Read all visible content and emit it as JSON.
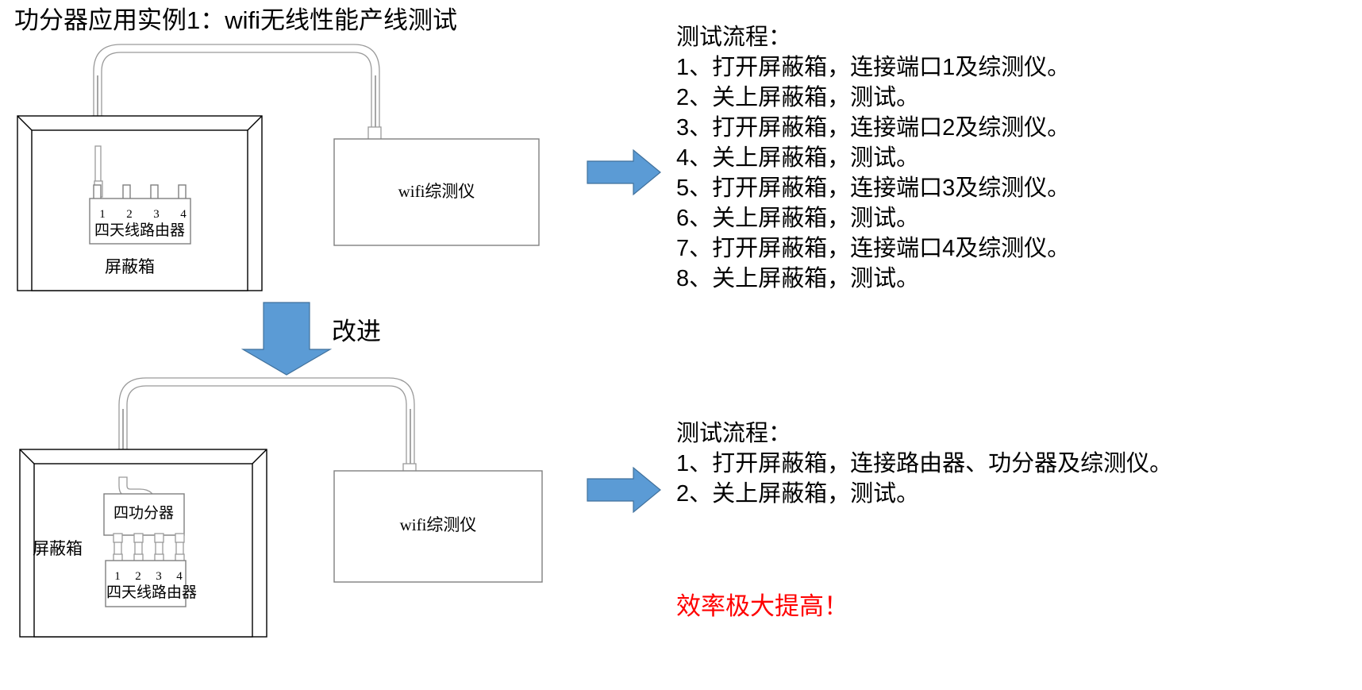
{
  "title": "功分器应用实例1：wifi无线性能产线测试",
  "colors": {
    "arrow_fill": "#5B9BD5",
    "arrow_stroke": "#41719C",
    "highlight_text": "#FF0000",
    "line": "#7f7f7f"
  },
  "diagram_top": {
    "shield_box_label": "屏蔽箱",
    "router_label": "四天线路由器",
    "router_ports": [
      "1",
      "2",
      "3",
      "4"
    ],
    "tester_label": "wifi综测仪"
  },
  "improve_label": "改进",
  "diagram_bottom": {
    "shield_box_label": "屏蔽箱",
    "splitter_label": "四功分器",
    "router_label": "四天线路由器",
    "router_ports": [
      "1",
      "2",
      "3",
      "4"
    ],
    "tester_label": "wifi综测仪"
  },
  "procedure_top": {
    "heading": "测试流程：",
    "steps": [
      "1、打开屏蔽箱，连接端口1及综测仪。",
      "2、关上屏蔽箱，测试。",
      "3、打开屏蔽箱，连接端口2及综测仪。",
      "4、关上屏蔽箱，测试。",
      "5、打开屏蔽箱，连接端口3及综测仪。",
      "6、关上屏蔽箱，测试。",
      "7、打开屏蔽箱，连接端口4及综测仪。",
      "8、关上屏蔽箱，测试。"
    ]
  },
  "procedure_bottom": {
    "heading": "测试流程：",
    "steps": [
      "1、打开屏蔽箱，连接路由器、功分器及综测仪。",
      "2、关上屏蔽箱，测试。"
    ]
  },
  "highlight": "效率极大提高！"
}
